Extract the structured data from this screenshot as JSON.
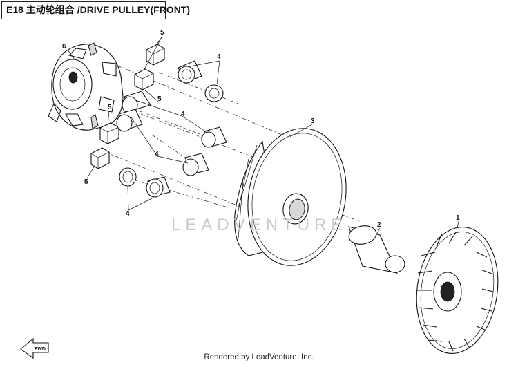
{
  "title": "E18 主动轮组合 /DRIVE PULLEY(FRONT)",
  "watermark": "LEADVENTURE",
  "footer": "Rendered by LeadVenture, Inc.",
  "fwd_label": "FWD",
  "callouts": {
    "c1": "1",
    "c2": "2",
    "c3": "3",
    "c4a": "4",
    "c4b": "4",
    "c4c": "4",
    "c4d": "4",
    "c5a": "5",
    "c5b": "5",
    "c5c": "5",
    "c5d": "5",
    "c6": "6"
  }
}
